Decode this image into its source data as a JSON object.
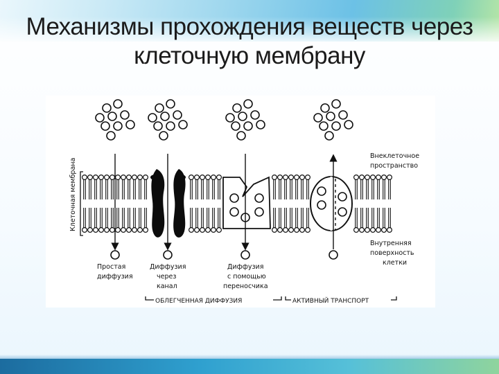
{
  "slide": {
    "title_line1": "Механизмы прохождения веществ через",
    "title_line2": "клеточную мембрану"
  },
  "diagram": {
    "membrane_label": "Клеточная мембрана",
    "outside_label_line1": "Внеклеточное",
    "outside_label_line2": "пространство",
    "inside_label_line1": "Внутренняя",
    "inside_label_line2": "поверхность",
    "inside_label_line3": "клетки",
    "simple_diffusion_line1": "Простая",
    "simple_diffusion_line2": "диффузия",
    "channel_diffusion_line1": "Диффузия",
    "channel_diffusion_line2": "через",
    "channel_diffusion_line3": "канал",
    "carrier_diffusion_line1": "Диффузия",
    "carrier_diffusion_line2": "с помощью",
    "carrier_diffusion_line3": "переносчика",
    "facilitated_group": "ОБЛЕГЧЕННАЯ ДИФФУЗИЯ",
    "active_group": "АКТИВНЫЙ ТРАНСПОРТ"
  },
  "colors": {
    "ink": "#111111",
    "channel_protein": "#0c0c0c",
    "footer_band": "#2fa0cf"
  }
}
